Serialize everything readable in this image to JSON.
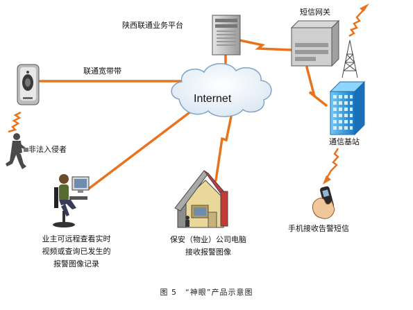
{
  "labels": {
    "platform": "陕西联通业务平台",
    "sms_gateway": "短信网关",
    "broadband": "联通宽带带",
    "internet": "Internet",
    "intruder": "非法入侵者",
    "base_station": "通信基站",
    "owner_line1": "业主可远程查看实时",
    "owner_line2": "视频或查询已发生的",
    "owner_line3": "报警图像记录",
    "security_line1": "保安（物业）公司电脑",
    "security_line2": "接收报警图像",
    "phone": "手机接收告警短信"
  },
  "caption": "图 5　“神眼”产品示意图",
  "colors": {
    "link": "#e8731c",
    "link_dark": "#c45a10",
    "server": "#c8c8c8",
    "building": "#2aa0e8",
    "cloud_stroke": "#7fa4c9"
  }
}
